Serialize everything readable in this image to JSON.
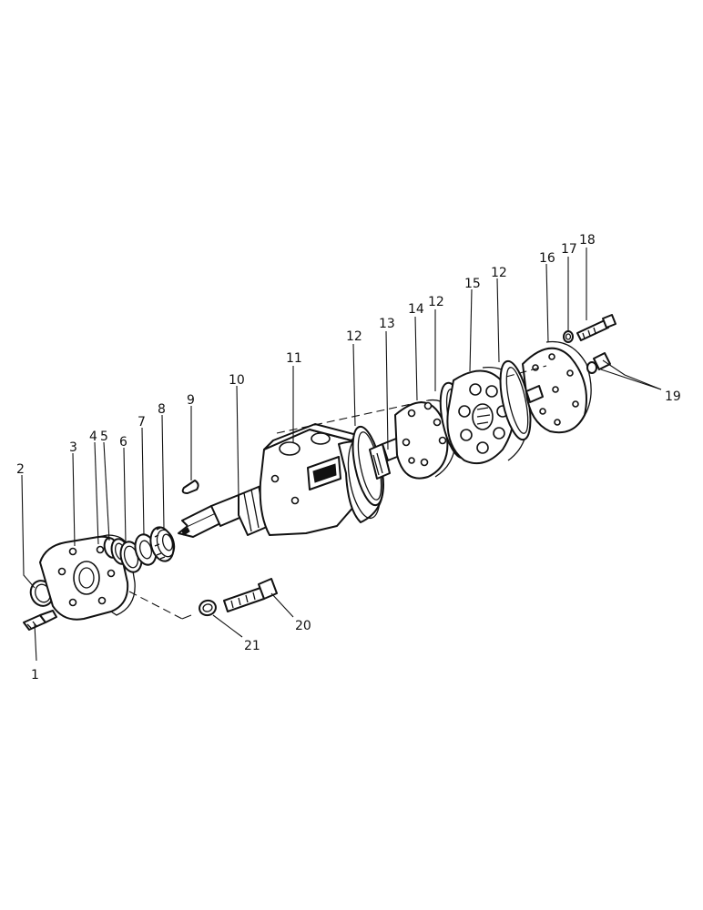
{
  "callouts": [
    {
      "id": "1",
      "text": "1"
    },
    {
      "id": "2",
      "text": "2"
    },
    {
      "id": "3",
      "text": "3"
    },
    {
      "id": "4",
      "text": "4"
    },
    {
      "id": "5",
      "text": "5"
    },
    {
      "id": "6",
      "text": "6"
    },
    {
      "id": "7",
      "text": "7"
    },
    {
      "id": "8",
      "text": "8"
    },
    {
      "id": "9",
      "text": "9"
    },
    {
      "id": "10",
      "text": "10"
    },
    {
      "id": "11",
      "text": "11"
    },
    {
      "id": "12a",
      "text": "12"
    },
    {
      "id": "13",
      "text": "13"
    },
    {
      "id": "14",
      "text": "14"
    },
    {
      "id": "12b",
      "text": "12"
    },
    {
      "id": "15",
      "text": "15"
    },
    {
      "id": "12c",
      "text": "12"
    },
    {
      "id": "16",
      "text": "16"
    },
    {
      "id": "17",
      "text": "17"
    },
    {
      "id": "18",
      "text": "18"
    },
    {
      "id": "19",
      "text": "19"
    },
    {
      "id": "20",
      "text": "20"
    },
    {
      "id": "21",
      "text": "21"
    }
  ]
}
